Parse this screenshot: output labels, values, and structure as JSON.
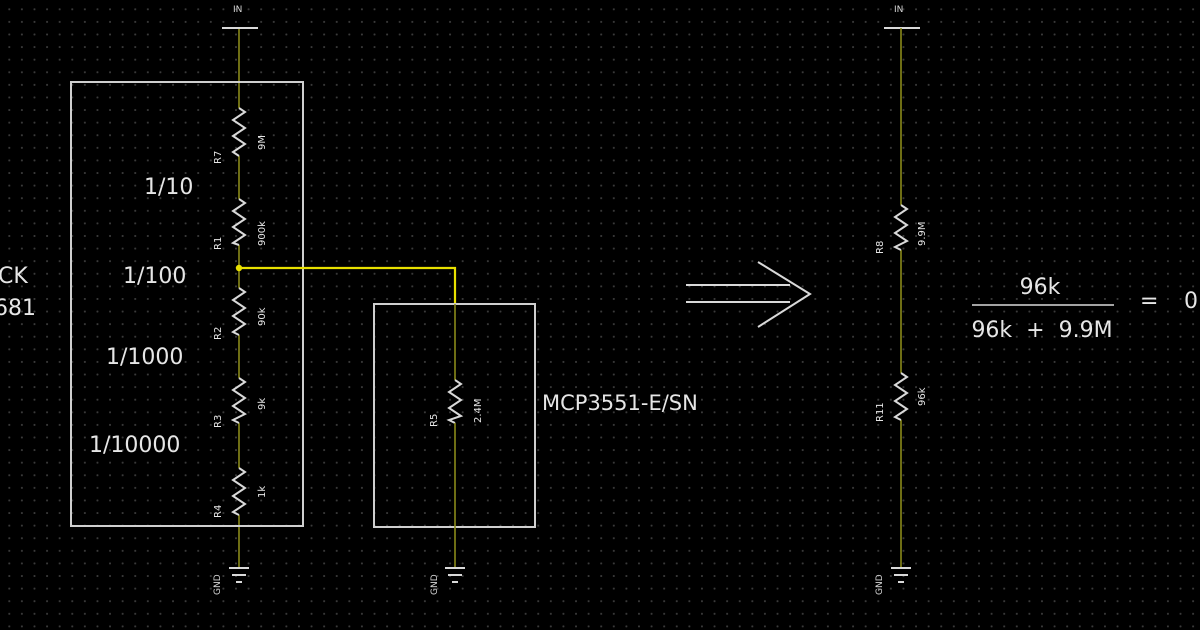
{
  "power": {
    "in_label": "IN",
    "gnd_label": "GND"
  },
  "left_block": {
    "partial_lines": [
      "CK",
      "681"
    ],
    "ratios": [
      "1/10",
      "1/100",
      "1/1000",
      "1/10000"
    ]
  },
  "resistors": [
    {
      "ref": "R7",
      "value": "9M"
    },
    {
      "ref": "R1",
      "value": "900k"
    },
    {
      "ref": "R2",
      "value": "90k"
    },
    {
      "ref": "R3",
      "value": "9k"
    },
    {
      "ref": "R4",
      "value": "1k"
    },
    {
      "ref": "R5",
      "value": "2.4M"
    },
    {
      "ref": "R8",
      "value": "9.9M"
    },
    {
      "ref": "R11",
      "value": "96k"
    }
  ],
  "adc": {
    "part": "MCP3551-E/SN"
  },
  "equation": {
    "numerator": "96k",
    "denominator": "96k  +  9.9M",
    "equals": "=",
    "result_partial": "0"
  },
  "colors": {
    "wire": "#8a8a1a",
    "highlight_wire": "#e8e000",
    "background": "#000000"
  }
}
